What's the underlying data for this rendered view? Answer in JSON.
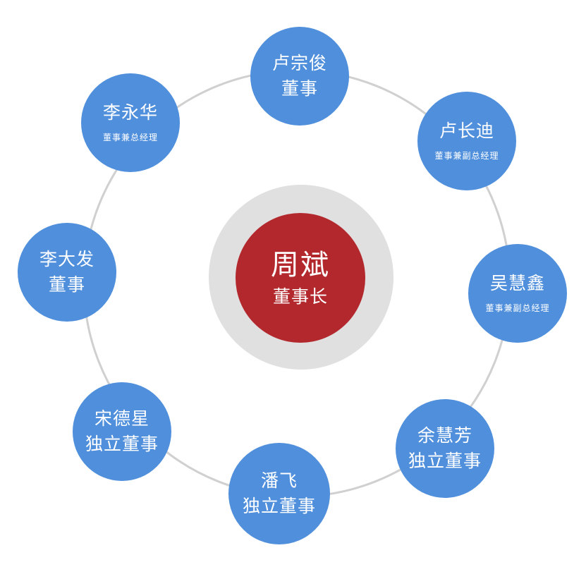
{
  "colors": {
    "member_fill": "#4f8fdc",
    "chair_fill": "#b3282d",
    "halo_fill": "#e0e0e0",
    "ring_stroke": "#d0d0d0",
    "text": "#ffffff"
  },
  "chairman": {
    "name": "周斌",
    "role": "董事长"
  },
  "members": [
    {
      "name": "卢宗俊",
      "role": "董事"
    },
    {
      "name": "卢长迪",
      "role": "董事兼副总经理"
    },
    {
      "name": "吴慧鑫",
      "role": "董事兼副总经理"
    },
    {
      "name": "余慧芳",
      "role": "独立董事"
    },
    {
      "name": "潘飞",
      "role": "独立董事"
    },
    {
      "name": "宋德星",
      "role": "独立董事"
    },
    {
      "name": "李大发",
      "role": "董事"
    },
    {
      "name": "李永华",
      "role": "董事兼总经理"
    }
  ]
}
